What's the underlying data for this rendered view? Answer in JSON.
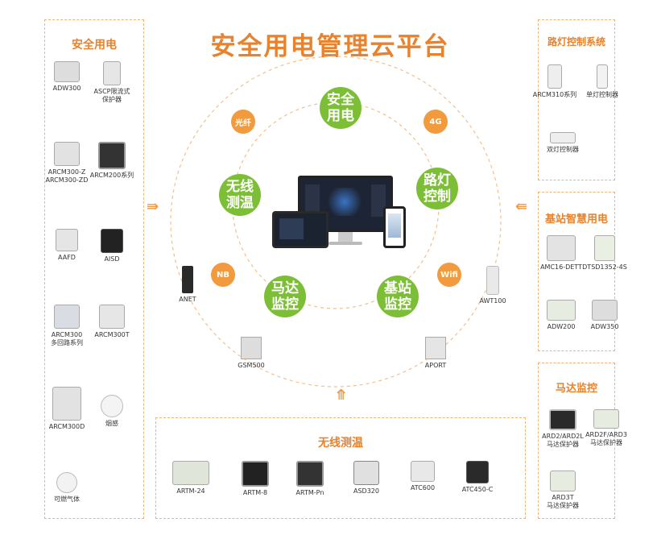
{
  "title": "安全用电管理云平台",
  "left_panel": {
    "title": "安全用电",
    "devices": [
      {
        "label": "ADW300"
      },
      {
        "label": "ASCP限流式\n保护器"
      },
      {
        "label": "ARCM300-Z\nARCM300-ZD"
      },
      {
        "label": "ARCM200系列"
      },
      {
        "label": "AAFD"
      },
      {
        "label": "AISD"
      },
      {
        "label": "ARCM300\n多回路系列"
      },
      {
        "label": "ARCM300T"
      },
      {
        "label": "ARCM300D"
      },
      {
        "label": "烟感"
      },
      {
        "label": "可燃气体"
      }
    ]
  },
  "street_panel": {
    "title": "路灯控制系统",
    "devices": [
      {
        "label": "ARCM310系列"
      },
      {
        "label": "单灯控制器"
      },
      {
        "label": "双灯控制器"
      }
    ]
  },
  "base_panel": {
    "title": "基站智慧用电",
    "devices": [
      {
        "label": "AMC16-DETT"
      },
      {
        "label": "DTSD1352-4S"
      },
      {
        "label": "ADW200"
      },
      {
        "label": "ADW350"
      }
    ]
  },
  "motor_panel": {
    "title": "马达监控",
    "devices": [
      {
        "label": "ARD2/ARD2L\n马达保护器"
      },
      {
        "label": "ARD2F/ARD3\n马达保护器"
      },
      {
        "label": "ARD3T\n马达保护器"
      }
    ]
  },
  "bottom_panel": {
    "title": "无线测温",
    "devices": [
      {
        "label": "ARTM-24"
      },
      {
        "label": "ARTM-8"
      },
      {
        "label": "ARTM-Pn"
      },
      {
        "label": "ASD320"
      },
      {
        "label": "ATC600"
      },
      {
        "label": "ATC450-C"
      }
    ]
  },
  "center": {
    "modules": [
      {
        "label": "安全\n用电"
      },
      {
        "label": "路灯\n控制"
      },
      {
        "label": "基站\n监控"
      },
      {
        "label": "马达\n监控"
      },
      {
        "label": "无线\n测温"
      }
    ],
    "comms": [
      {
        "label": "光纤"
      },
      {
        "label": "4G"
      },
      {
        "label": "NB"
      },
      {
        "label": "Wifi"
      }
    ],
    "gateways": [
      {
        "label": "ANET"
      },
      {
        "label": "AWT100"
      },
      {
        "label": "GSM500"
      },
      {
        "label": "APORT"
      }
    ]
  },
  "colors": {
    "accent": "#e8822c",
    "green": "#7cbf36",
    "orange": "#f19a3e",
    "border": "#f0b37a"
  }
}
